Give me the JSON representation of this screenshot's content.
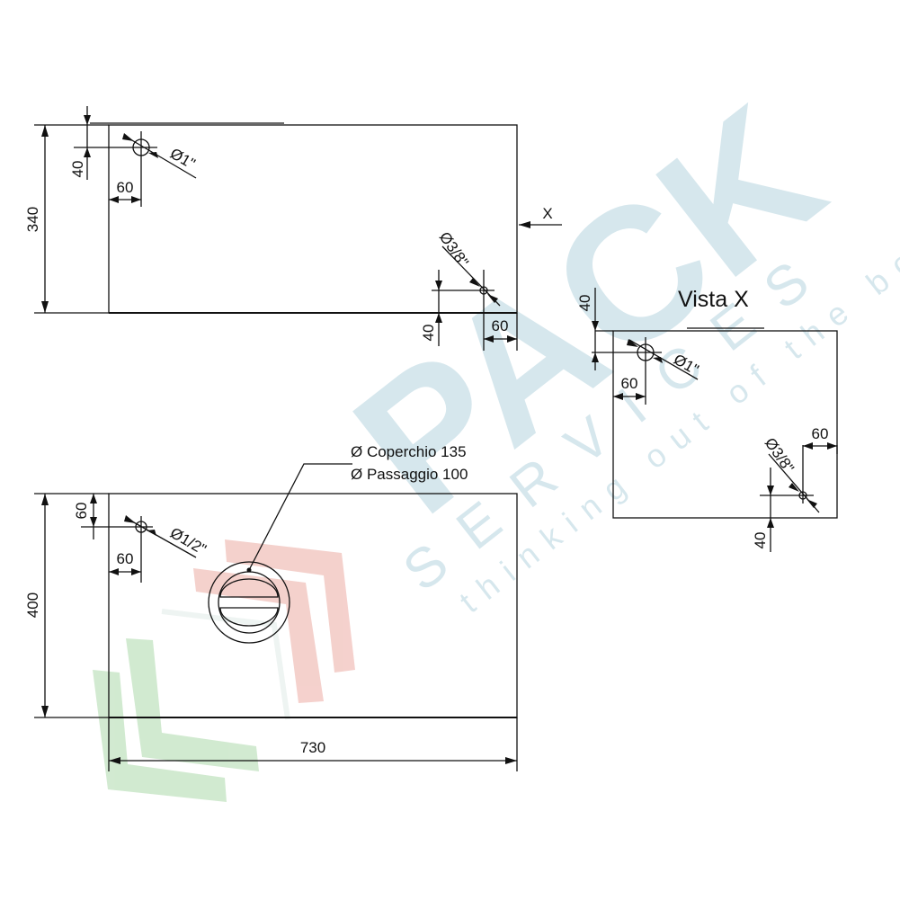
{
  "top_view": {
    "height_dim": "340",
    "inlet_offset_y": "40",
    "inlet_offset_x": "60",
    "inlet_diameter": "Ø1\"",
    "outlet_diameter": "Ø3/8\"",
    "outlet_offset_y": "40",
    "outlet_offset_x": "60",
    "view_marker": "X"
  },
  "side_view": {
    "title": "Vista X",
    "top_offset": "40",
    "inlet_offset_x": "60",
    "inlet_diameter": "Ø1\"",
    "outlet_offset_x": "60",
    "outlet_diameter": "Ø3/8\"",
    "outlet_offset_y": "40"
  },
  "front_view": {
    "height_dim": "400",
    "width_dim": "730",
    "fitting_offset_y": "60",
    "fitting_offset_x": "60",
    "fitting_diameter": "Ø1/2\"",
    "lid_note_1": "Ø Coperchio 135",
    "lid_note_2": "Ø Passaggio 100"
  },
  "watermark": {
    "brand": "PACK",
    "brand_sub": "SERVICES",
    "tagline": "thinking out of the box",
    "colors": {
      "blue": "#cfe3ea",
      "red": "#f3c9c4",
      "green": "#cde8cc"
    }
  }
}
